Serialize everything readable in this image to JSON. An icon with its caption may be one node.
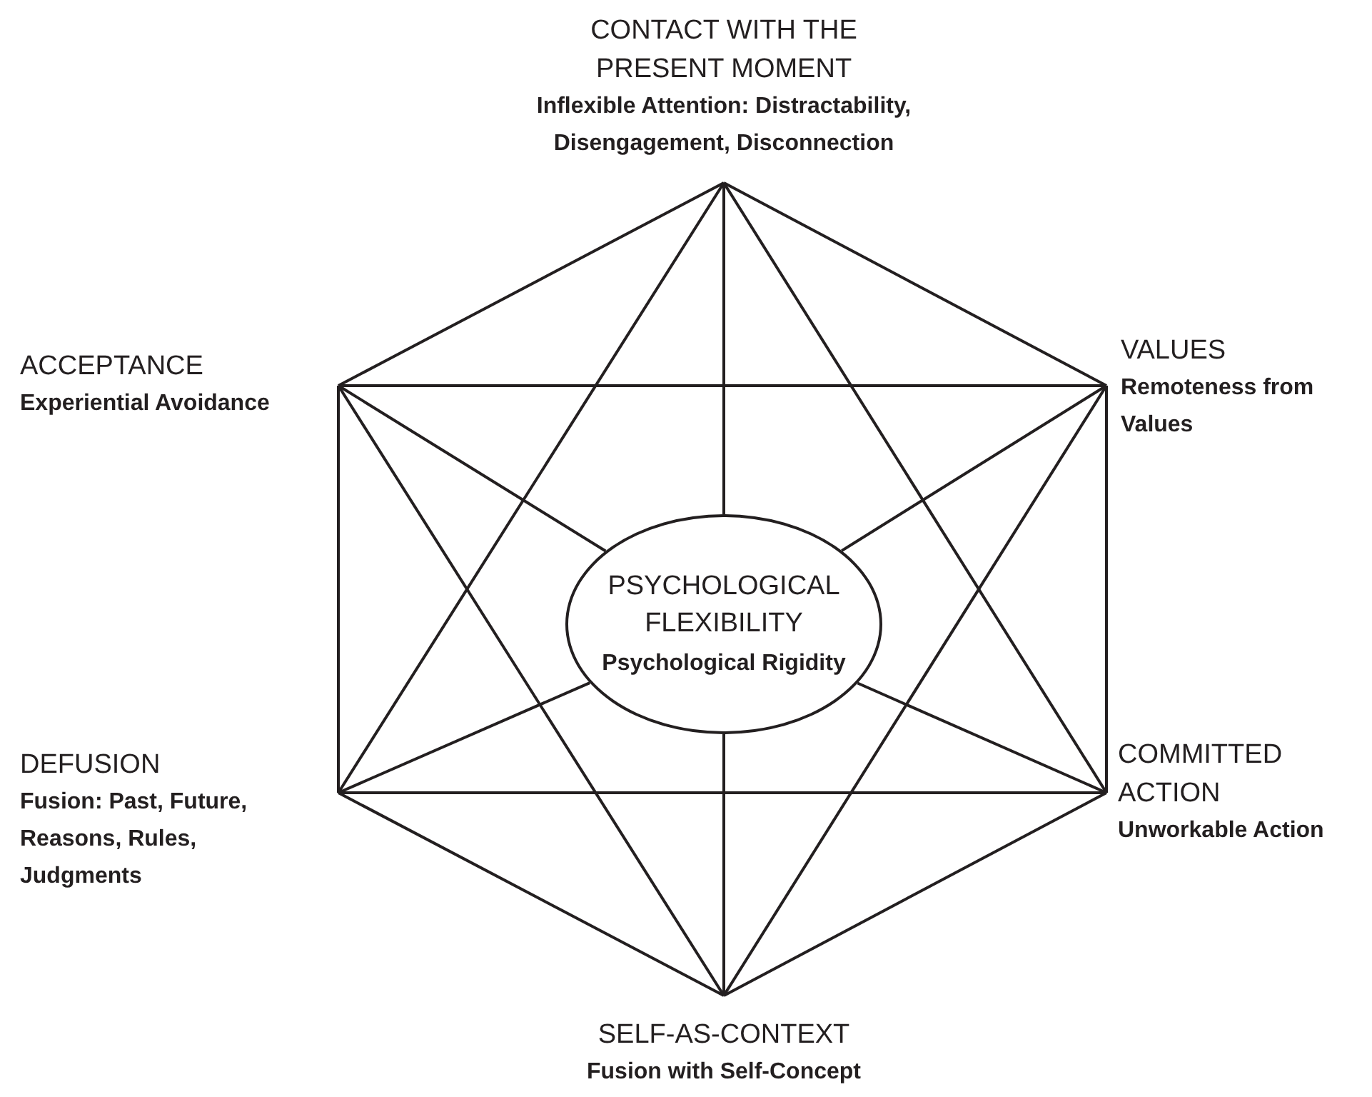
{
  "diagram": {
    "nodes": [
      {
        "text": [
          "CONTACT WITH THE PRESENT MOMENT",
          "Inflexible Attention: Distractability, Disengagement, Disconnection"
        ]
      },
      {
        "text": [
          "ACCEPTANCE",
          "Experiential Avoidance"
        ]
      },
      {
        "text": [
          "VALUES",
          "Remoteness from Values"
        ]
      },
      {
        "text": [
          "DEFUSION",
          "Fusion: Past, Future, Reasons, Rules, Judgments"
        ]
      },
      {
        "text": [
          "COMMITTED ACTION",
          "Unworkable Action"
        ]
      },
      {
        "text": [
          "SELF-AS-CONTEXT",
          "Fusion with Self-Concept"
        ]
      },
      {
        "text": [
          "PSYCHOLOGICAL FLEXIBILITY",
          "Psychological Rigidity"
        ]
      }
    ],
    "edges": [
      {
        "from": 0,
        "to": 1,
        "arrow": "none"
      },
      {
        "from": 0,
        "to": 2,
        "arrow": "none"
      },
      {
        "from": 1,
        "to": 3,
        "arrow": "none"
      },
      {
        "from": 2,
        "to": 4,
        "arrow": "none"
      },
      {
        "from": 3,
        "to": 5,
        "arrow": "none"
      },
      {
        "from": 4,
        "to": 5,
        "arrow": "none"
      },
      {
        "from": 0,
        "to": 3,
        "arrow": "none"
      },
      {
        "from": 0,
        "to": 4,
        "arrow": "none"
      },
      {
        "from": 3,
        "to": 4,
        "arrow": "none"
      },
      {
        "from": 5,
        "to": 1,
        "arrow": "none"
      },
      {
        "from": 5,
        "to": 2,
        "arrow": "none"
      },
      {
        "from": 1,
        "to": 2,
        "arrow": "none"
      },
      {
        "from": 0,
        "to": 6,
        "arrow": "none"
      },
      {
        "from": 1,
        "to": 6,
        "arrow": "none"
      },
      {
        "from": 2,
        "to": 6,
        "arrow": "none"
      },
      {
        "from": 3,
        "to": 6,
        "arrow": "none"
      },
      {
        "from": 4,
        "to": 6,
        "arrow": "none"
      },
      {
        "from": 5,
        "to": 6,
        "arrow": "none"
      }
    ]
  }
}
